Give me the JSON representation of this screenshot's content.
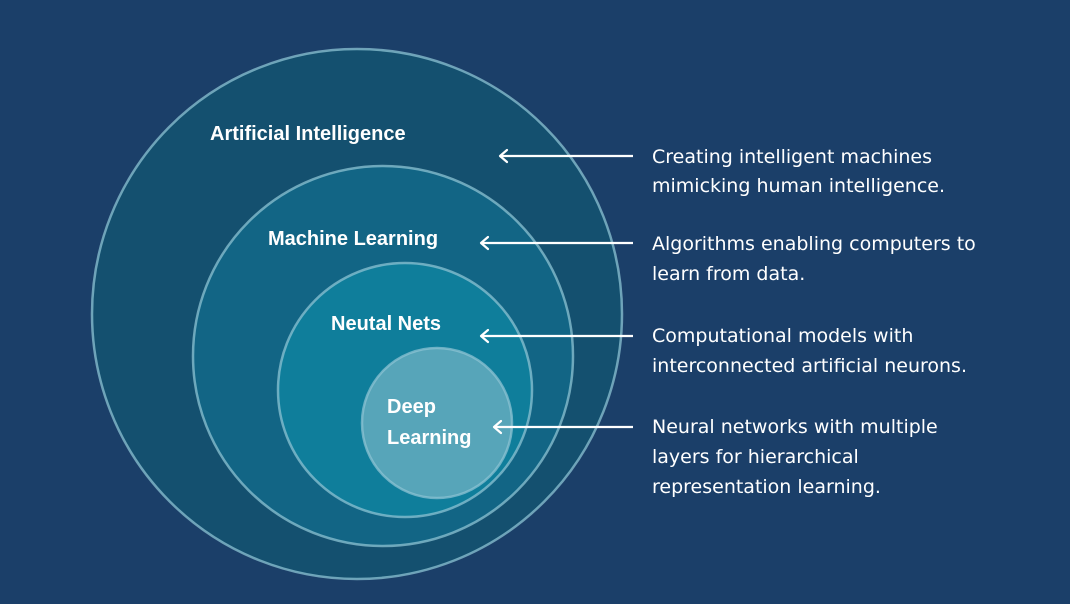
{
  "layers": [
    {
      "id": "ai",
      "label_lines": [
        "Artificial Intelligence"
      ],
      "description_lines": [
        "Creating intelligent machines",
        "mimicking human intelligence."
      ],
      "color": "#14506f"
    },
    {
      "id": "ml",
      "label_lines": [
        "Machine Learning"
      ],
      "description_lines": [
        "Algorithms enabling computers to",
        "learn from data."
      ],
      "color": "#126585"
    },
    {
      "id": "nn",
      "label_lines": [
        "Neutal Nets"
      ],
      "description_lines": [
        "Computational models with",
        "interconnected artificial neurons."
      ],
      "color": "#0f7e9b"
    },
    {
      "id": "dl",
      "label_lines": [
        "Deep",
        "Learning"
      ],
      "description_lines": [
        "Neural networks with multiple",
        "layers for hierarchical",
        "representation learning."
      ],
      "color": "#57a5b9"
    }
  ],
  "colors": {
    "background": "#1b3f69",
    "circle_stroke": "#8cc3d3",
    "text": "#ffffff"
  }
}
